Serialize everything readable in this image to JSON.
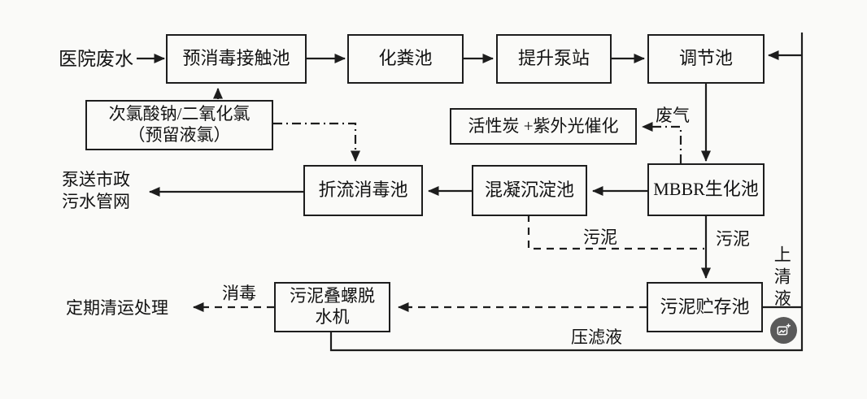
{
  "nodes": {
    "hospital_wastewater": "医院废水",
    "pre_disinfection_tank": "预消毒接触池",
    "septic_tank": "化粪池",
    "lift_pump_station": "提升泵站",
    "regulating_tank": "调节池",
    "chemical_dosing_line1": "次氯酸钠/二氧化氯",
    "chemical_dosing_line2": "（预留液氯）",
    "activated_carbon_uv": "活性炭 +紫外光催化",
    "baffled_disinfection_tank": "折流消毒池",
    "coagulation_sedimentation_tank": "混凝沉淀池",
    "mbbr_tank": "MBBR生化池",
    "sludge_dewatering_line1": "污泥叠螺脱",
    "sludge_dewatering_line2": "水机",
    "sludge_storage_tank": "污泥贮存池",
    "municipal_network_line1": "泵送市政",
    "municipal_network_line2": "污水管网",
    "periodic_disposal": "定期清运处理"
  },
  "edge_labels": {
    "waste_gas": "废气",
    "sludge_from_coagulation": "污泥",
    "sludge_from_mbbr": "污泥",
    "disinfection": "消毒",
    "filter_press_liquid": "压滤液",
    "supernatant": "上清液"
  },
  "colors": {
    "line": "#1d1d1d",
    "text": "#121212",
    "background": "#fafaf8",
    "badge_background": "#3a3a3a"
  },
  "overlay": {
    "save_image_icon": "image-plus-icon"
  }
}
